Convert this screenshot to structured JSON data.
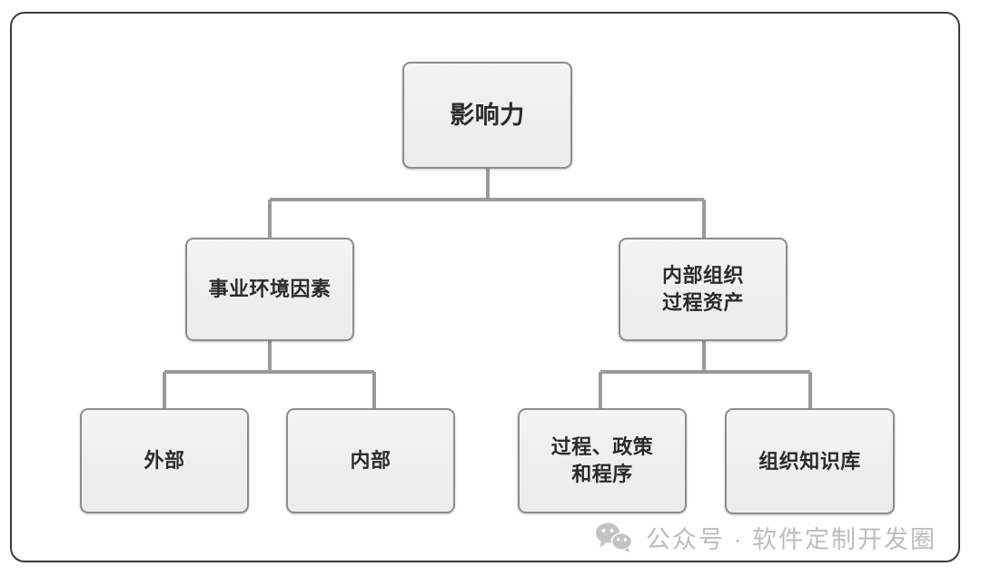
{
  "diagram": {
    "title": "影响力",
    "frame": {
      "border_color": "#3b3b3b",
      "background": "#ffffff"
    },
    "node_style": {
      "fill": "#efefef",
      "border_color": "#8c8c8c",
      "text_color": "#2b2b2b"
    },
    "connector_color": "#9a9a9a",
    "nodes": {
      "root": {
        "label": "影响力",
        "level": 1
      },
      "eef": {
        "label": "事业环境因素",
        "level": 2
      },
      "opa": {
        "label": "内部组织\n过程资产",
        "level": 2
      },
      "external": {
        "label": "外部",
        "level": 3
      },
      "internal": {
        "label": "内部",
        "level": 3
      },
      "process": {
        "label": "过程、政策\n和程序",
        "level": 3
      },
      "knowledge": {
        "label": "组织知识库",
        "level": 3
      }
    },
    "edges": [
      {
        "from": "root",
        "to": "eef"
      },
      {
        "from": "root",
        "to": "opa"
      },
      {
        "from": "eef",
        "to": "external"
      },
      {
        "from": "eef",
        "to": "internal"
      },
      {
        "from": "opa",
        "to": "process"
      },
      {
        "from": "opa",
        "to": "knowledge"
      }
    ]
  },
  "watermark": {
    "icon": "wechat-icon",
    "text": "公众号 · 软件定制开发圈",
    "color": "#bdbdbd"
  }
}
